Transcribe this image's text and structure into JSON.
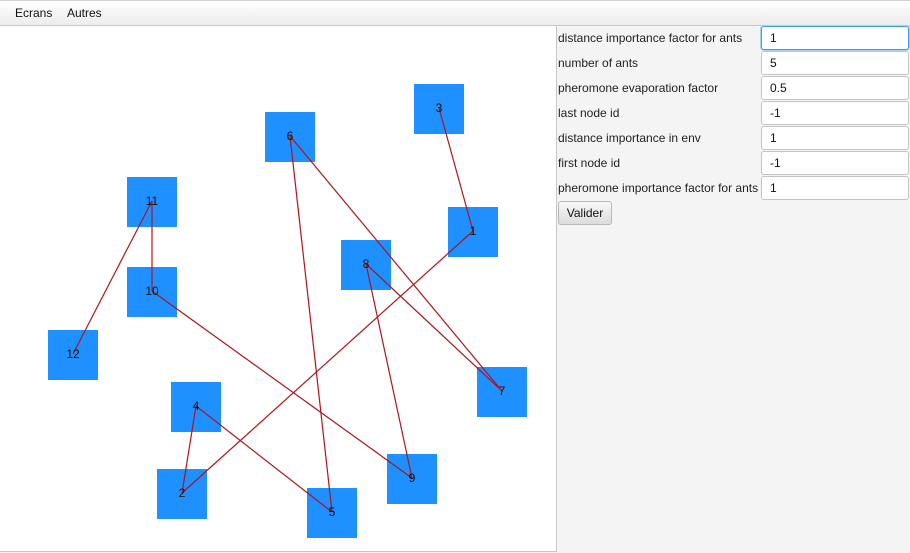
{
  "menu": {
    "items": [
      "Ecrans",
      "Autres"
    ]
  },
  "graph": {
    "nodes": [
      {
        "id": "1"
      },
      {
        "id": "2"
      },
      {
        "id": "3"
      },
      {
        "id": "4"
      },
      {
        "id": "5"
      },
      {
        "id": "6"
      },
      {
        "id": "7"
      },
      {
        "id": "8"
      },
      {
        "id": "9"
      },
      {
        "id": "10"
      },
      {
        "id": "11"
      },
      {
        "id": "12"
      }
    ],
    "edges": [
      [
        "3",
        "1"
      ],
      [
        "1",
        "2"
      ],
      [
        "2",
        "4"
      ],
      [
        "4",
        "5"
      ],
      [
        "5",
        "6"
      ],
      [
        "6",
        "7"
      ],
      [
        "7",
        "8"
      ],
      [
        "8",
        "9"
      ],
      [
        "9",
        "10"
      ],
      [
        "10",
        "11"
      ],
      [
        "11",
        "12"
      ]
    ],
    "node_color": "#1e90ff",
    "edge_color": "#b0141c"
  },
  "form": {
    "fields": [
      {
        "label": "distance importance factor for ants",
        "value": "1"
      },
      {
        "label": "number of ants",
        "value": "5"
      },
      {
        "label": "pheromone evaporation factor",
        "value": "0.5"
      },
      {
        "label": "last node id",
        "value": "-1"
      },
      {
        "label": "distance importance in env",
        "value": "1"
      },
      {
        "label": "first node id",
        "value": "-1"
      },
      {
        "label": "pheromone importance factor for ants",
        "value": "1"
      }
    ],
    "submit_label": "Valider"
  }
}
